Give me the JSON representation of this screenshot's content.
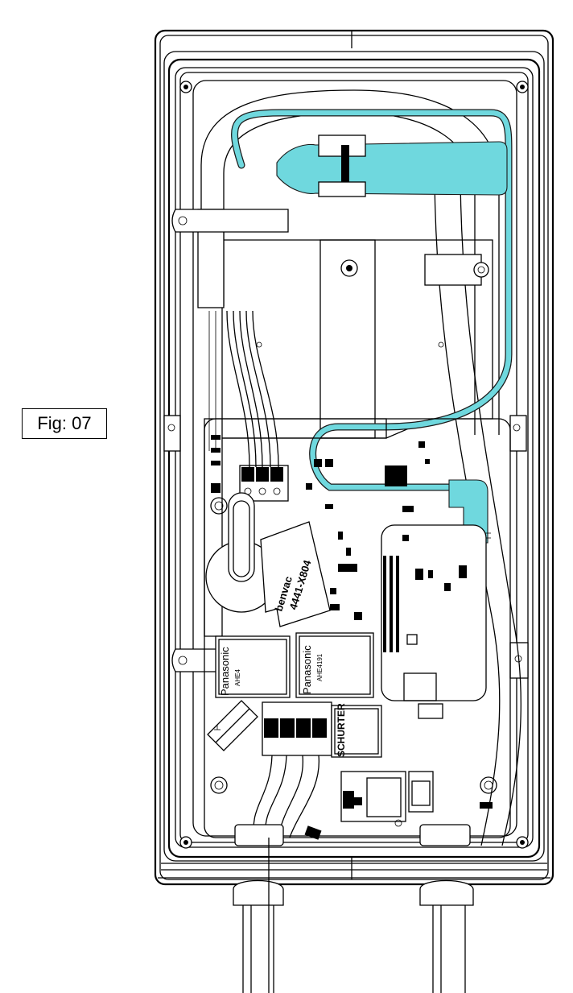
{
  "figure": {
    "label": "Fig: 07"
  },
  "components": {
    "label_tag_line1": "benvac",
    "label_tag_line2": "4441-X804",
    "relay_left_brand": "Panasonic",
    "relay_left_code": "AHE4",
    "relay_right_brand": "Panasonic",
    "relay_right_code": "AHE4191",
    "filter_brand": "SCHURTER"
  },
  "colors": {
    "cable_highlight": "#6fd8de",
    "line_art": "#000000",
    "background": "#ffffff"
  }
}
